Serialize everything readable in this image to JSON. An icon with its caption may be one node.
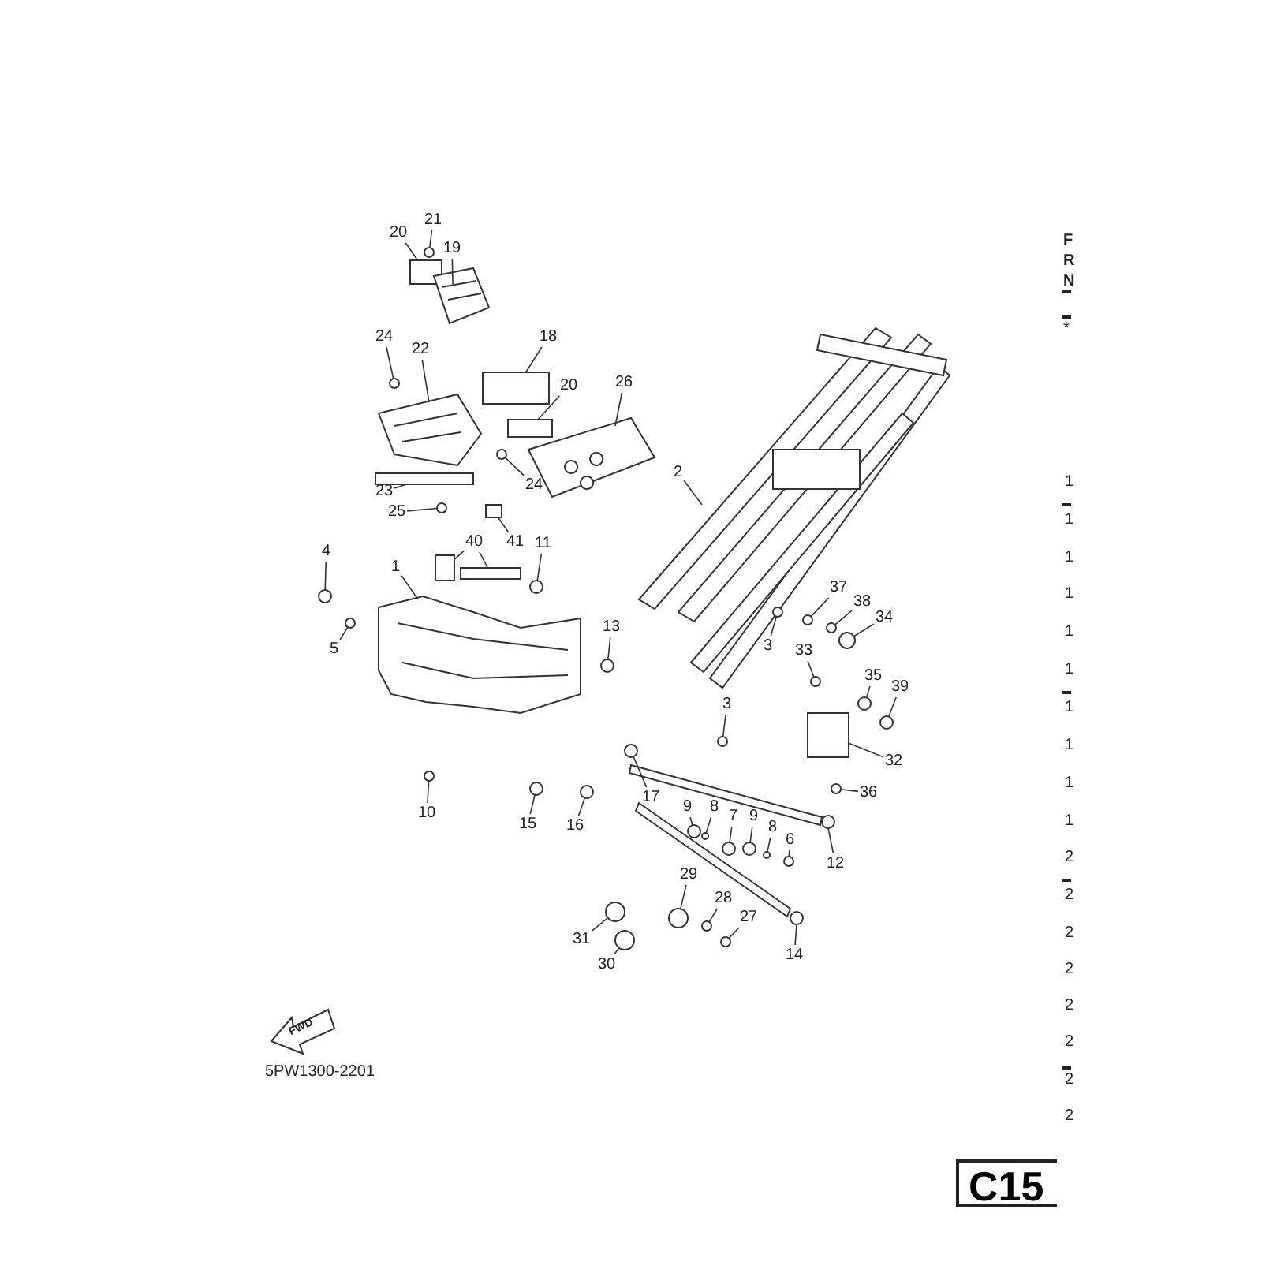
{
  "diagram": {
    "nodes": [
      {
        "text": [
          "20"
        ]
      },
      {
        "text": [
          "21"
        ]
      },
      {
        "text": [
          "19"
        ]
      },
      {
        "text": [
          "24"
        ]
      },
      {
        "text": [
          "22"
        ]
      },
      {
        "text": [
          "18"
        ]
      },
      {
        "text": [
          "20"
        ]
      },
      {
        "text": [
          "26"
        ]
      },
      {
        "text": [
          "2"
        ]
      },
      {
        "text": [
          "23"
        ]
      },
      {
        "text": [
          "25"
        ]
      },
      {
        "text": [
          "24"
        ]
      },
      {
        "text": [
          "41"
        ]
      },
      {
        "text": [
          "40"
        ]
      },
      {
        "text": [
          "11"
        ]
      },
      {
        "text": [
          "4"
        ]
      },
      {
        "text": [
          "1"
        ]
      },
      {
        "text": [
          "5"
        ]
      },
      {
        "text": [
          "13"
        ]
      },
      {
        "text": [
          "3"
        ]
      },
      {
        "text": [
          "3"
        ]
      },
      {
        "text": [
          "10"
        ]
      },
      {
        "text": [
          "15"
        ]
      },
      {
        "text": [
          "16"
        ]
      },
      {
        "text": [
          "17"
        ]
      },
      {
        "text": [
          "37"
        ]
      },
      {
        "text": [
          "38"
        ]
      },
      {
        "text": [
          "34"
        ]
      },
      {
        "text": [
          "33"
        ]
      },
      {
        "text": [
          "35"
        ]
      },
      {
        "text": [
          "39"
        ]
      },
      {
        "text": [
          "32"
        ]
      },
      {
        "text": [
          "36"
        ]
      },
      {
        "text": [
          "9"
        ]
      },
      {
        "text": [
          "8"
        ]
      },
      {
        "text": [
          "7"
        ]
      },
      {
        "text": [
          "9"
        ]
      },
      {
        "text": [
          "8"
        ]
      },
      {
        "text": [
          "6"
        ]
      },
      {
        "text": [
          "12"
        ]
      },
      {
        "text": [
          "29"
        ]
      },
      {
        "text": [
          "28"
        ]
      },
      {
        "text": [
          "27"
        ]
      },
      {
        "text": [
          "31"
        ]
      },
      {
        "text": [
          "30"
        ]
      },
      {
        "text": [
          "14"
        ]
      },
      {
        "text": [
          "C15"
        ]
      },
      {
        "text": [],
        "shape": "box"
      },
      {
        "text": [],
        "shape": "circle"
      },
      {
        "text": [],
        "shape": "picture"
      },
      {
        "text": [],
        "shape": "circle"
      },
      {
        "text": [],
        "shape": "picture"
      },
      {
        "text": [],
        "shape": "box"
      },
      {
        "text": [],
        "shape": "box"
      },
      {
        "text": [],
        "shape": "picture"
      },
      {
        "text": [],
        "shape": "picture"
      },
      {
        "text": [],
        "shape": "box"
      },
      {
        "text": [],
        "shape": "circle"
      },
      {
        "text": [],
        "shape": "circle"
      },
      {
        "text": [],
        "shape": "box"
      },
      {
        "text": [],
        "shape": "box"
      },
      {
        "text": [],
        "shape": "box"
      },
      {
        "text": [],
        "shape": "circle"
      },
      {
        "text": [],
        "shape": "circle"
      },
      {
        "text": [],
        "shape": "picture"
      },
      {
        "text": [],
        "shape": "circle"
      },
      {
        "text": [],
        "shape": "circle"
      },
      {
        "text": [],
        "shape": "circle"
      },
      {
        "text": [],
        "shape": "circle"
      },
      {
        "text": [],
        "shape": "circle"
      },
      {
        "text": [],
        "shape": "circle"
      },
      {
        "text": [],
        "shape": "circle"
      },
      {
        "text": [],
        "shape": "circle"
      },
      {
        "text": [],
        "shape": "circle"
      },
      {
        "text": [],
        "shape": "circle"
      },
      {
        "text": [],
        "shape": "circle"
      },
      {
        "text": [],
        "shape": "circle"
      },
      {
        "text": [],
        "shape": "circle"
      },
      {
        "text": [],
        "shape": "circle"
      },
      {
        "text": [],
        "shape": "box"
      },
      {
        "text": [],
        "shape": "circle"
      },
      {
        "text": [],
        "shape": "circle"
      },
      {
        "text": [],
        "shape": "circle"
      },
      {
        "text": [],
        "shape": "circle"
      },
      {
        "text": [],
        "shape": "circle"
      },
      {
        "text": [],
        "shape": "circle"
      },
      {
        "text": [],
        "shape": "circle"
      },
      {
        "text": [],
        "shape": "picture"
      },
      {
        "text": [],
        "shape": "circle"
      },
      {
        "text": [],
        "shape": "circle"
      },
      {
        "text": [],
        "shape": "circle"
      },
      {
        "text": [],
        "shape": "circle"
      },
      {
        "text": [],
        "shape": "circle"
      },
      {
        "text": [],
        "shape": "picture"
      }
    ],
    "edges": [
      {
        "from": 0,
        "to": 47,
        "arrow": "none"
      },
      {
        "from": 1,
        "to": 48,
        "arrow": "none"
      },
      {
        "from": 2,
        "to": 49,
        "arrow": "none"
      },
      {
        "from": 3,
        "to": 50,
        "arrow": "none"
      },
      {
        "from": 4,
        "to": 51,
        "arrow": "none"
      },
      {
        "from": 5,
        "to": 52,
        "arrow": "none"
      },
      {
        "from": 6,
        "to": 53,
        "arrow": "none"
      },
      {
        "from": 7,
        "to": 54,
        "arrow": "none"
      },
      {
        "from": 8,
        "to": 55,
        "arrow": "none"
      },
      {
        "from": 9,
        "to": 56,
        "arrow": "none"
      },
      {
        "from": 10,
        "to": 57,
        "arrow": "none"
      },
      {
        "from": 11,
        "to": 58,
        "arrow": "none"
      },
      {
        "from": 12,
        "to": 59,
        "arrow": "none"
      },
      {
        "from": 13,
        "to": 60,
        "arrow": "none"
      },
      {
        "from": 13,
        "to": 61,
        "arrow": "none"
      },
      {
        "from": 14,
        "to": 62,
        "arrow": "none"
      },
      {
        "from": 15,
        "to": 63,
        "arrow": "none"
      },
      {
        "from": 16,
        "to": 64,
        "arrow": "none"
      },
      {
        "from": 17,
        "to": 65,
        "arrow": "none"
      },
      {
        "from": 18,
        "to": 66,
        "arrow": "none"
      },
      {
        "from": 19,
        "to": 67,
        "arrow": "none"
      },
      {
        "from": 20,
        "to": 68,
        "arrow": "none"
      },
      {
        "from": 21,
        "to": 69,
        "arrow": "none"
      },
      {
        "from": 22,
        "to": 70,
        "arrow": "none"
      },
      {
        "from": 23,
        "to": 71,
        "arrow": "none"
      },
      {
        "from": 24,
        "to": 72,
        "arrow": "none"
      },
      {
        "from": 25,
        "to": 73,
        "arrow": "none"
      },
      {
        "from": 26,
        "to": 74,
        "arrow": "none"
      },
      {
        "from": 27,
        "to": 75,
        "arrow": "none"
      },
      {
        "from": 28,
        "to": 76,
        "arrow": "none"
      },
      {
        "from": 29,
        "to": 77,
        "arrow": "none"
      },
      {
        "from": 30,
        "to": 78,
        "arrow": "none"
      },
      {
        "from": 31,
        "to": 79,
        "arrow": "none"
      },
      {
        "from": 32,
        "to": 80,
        "arrow": "none"
      },
      {
        "from": 33,
        "to": 81,
        "arrow": "none"
      },
      {
        "from": 34,
        "to": 82,
        "arrow": "none"
      },
      {
        "from": 35,
        "to": 83,
        "arrow": "none"
      },
      {
        "from": 36,
        "to": 84,
        "arrow": "none"
      },
      {
        "from": 37,
        "to": 85,
        "arrow": "none"
      },
      {
        "from": 38,
        "to": 86,
        "arrow": "none"
      },
      {
        "from": 39,
        "to": 87,
        "arrow": "none"
      },
      {
        "from": 40,
        "to": 88,
        "arrow": "none"
      },
      {
        "from": 41,
        "to": 89,
        "arrow": "none"
      },
      {
        "from": 42,
        "to": 90,
        "arrow": "none"
      },
      {
        "from": 43,
        "to": 91,
        "arrow": "none"
      },
      {
        "from": 44,
        "to": 92,
        "arrow": "none"
      },
      {
        "from": 45,
        "to": 93,
        "arrow": "none"
      }
    ],
    "labels": [
      "F",
      "R",
      "N",
      "*",
      "1",
      "1",
      "1",
      "1",
      "1",
      "1",
      "1",
      "1",
      "1",
      "1",
      "2",
      "2",
      "2",
      "2",
      "2",
      "2",
      "2",
      "2",
      "FWD",
      "5PW1300-2201"
    ]
  }
}
